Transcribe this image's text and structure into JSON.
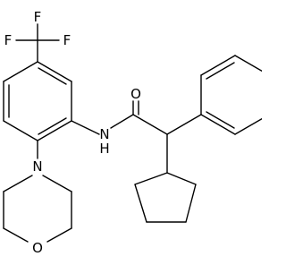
{
  "labels": {
    "f_top": "F",
    "f_left": "F",
    "f_right": "F",
    "carbonyl_o": "O",
    "amide_n": "N",
    "amide_h": "H",
    "morpholine_n": "N",
    "morpholine_o": "O"
  },
  "colors": {
    "bond": "#000000",
    "text": "#000000",
    "background": "#ffffff"
  }
}
